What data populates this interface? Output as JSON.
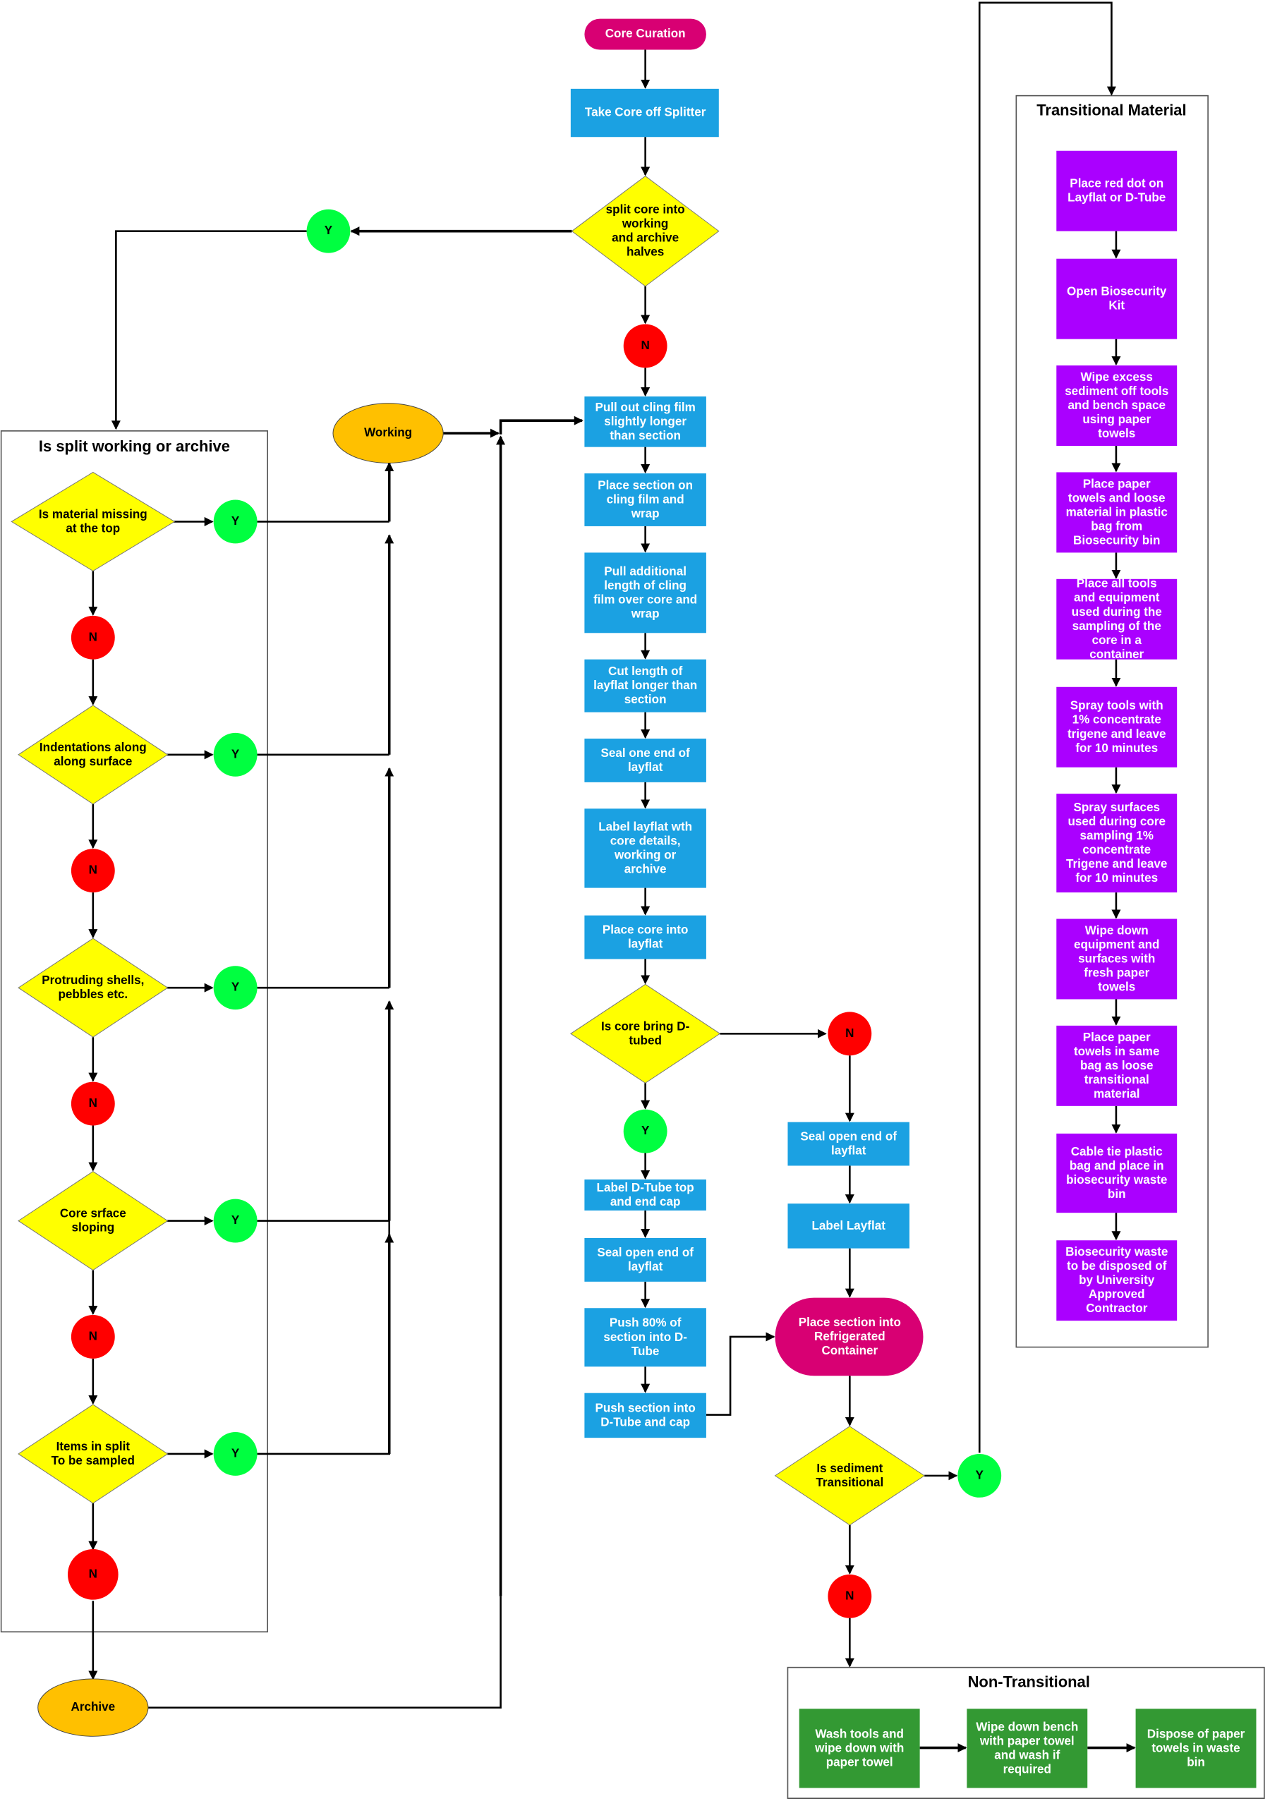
{
  "colors": {
    "terminal": "#d80073",
    "process": "#1ba1e2",
    "decision": "#ffff00",
    "yes": "#00ff40",
    "no": "#ff0000",
    "outcome": "#ffc000",
    "transitional": "#aa00ff",
    "non_transitional": "#339933"
  },
  "main": {
    "start": "Core Curation",
    "take_core": "Take Core off Splitter",
    "split_decision": [
      "split core into",
      "working",
      "and archive",
      "halves"
    ],
    "yes": "Y",
    "no": "N",
    "steps": [
      [
        "Pull out cling film",
        "slightly longer",
        "than section"
      ],
      [
        "Place section on",
        "cling film and",
        "wrap"
      ],
      [
        "Pull additional",
        "length of cling",
        "film over core and",
        "wrap"
      ],
      [
        "Cut length of",
        "layflat longer than",
        "section"
      ],
      [
        "Seal one end of",
        "layflat"
      ],
      [
        "Label layflat wth",
        "core details,",
        "working or",
        "archive"
      ],
      [
        "Place core into",
        "layflat"
      ]
    ],
    "dtube_decision": [
      "Is core bring D-",
      "tubed"
    ],
    "dtube_yes_steps": [
      [
        "Label D-Tube top",
        "and end cap"
      ],
      [
        "Seal open end of",
        "layflat"
      ],
      [
        "Push 80% of",
        "section into D-",
        "Tube"
      ],
      [
        "Push section into",
        "D-Tube and cap"
      ]
    ],
    "dtube_no_steps": [
      [
        "Seal open end of",
        "layflat"
      ],
      [
        "Label Layflat"
      ]
    ],
    "refrigerate": [
      "Place section into",
      "Refrigerated",
      "Container"
    ],
    "sediment_decision": [
      "Is sediment",
      "Transitional"
    ]
  },
  "split_group": {
    "title": "Is split working or archive",
    "questions": [
      [
        "Is material missing",
        "at the top"
      ],
      [
        "Indentations along",
        "along surface"
      ],
      [
        "Protruding shells,",
        "pebbles etc."
      ],
      [
        "Core srface",
        "sloping"
      ],
      [
        "Items in split",
        "To be sampled"
      ]
    ],
    "working": "Working",
    "archive": "Archive"
  },
  "transitional": {
    "title": "Transitional Material",
    "steps": [
      [
        "Place red dot on",
        "Layflat or D-Tube"
      ],
      [
        "Open Biosecurity",
        "Kit"
      ],
      [
        "Wipe excess",
        "sediment off tools",
        "and bench space",
        "using paper",
        "towels"
      ],
      [
        "Place paper",
        "towels and loose",
        "material in plastic",
        "bag from",
        "Biosecurity bin"
      ],
      [
        "Place all tools",
        "and equipment",
        "used during the",
        "sampling of the",
        "core in a",
        "container"
      ],
      [
        "Spray tools with",
        "1% concentrate",
        "trigene and leave",
        "for 10 minutes"
      ],
      [
        "Spray surfaces",
        "used during core",
        "sampling 1%",
        "concentrate",
        "Trigene and leave",
        "for 10 minutes"
      ],
      [
        "Wipe down",
        "equipment and",
        "surfaces with",
        "fresh paper",
        "towels"
      ],
      [
        "Place paper",
        "towels in same",
        "bag as loose",
        "transitional",
        "material"
      ],
      [
        "Cable tie plastic",
        "bag and place in",
        "biosecurity waste",
        "bin"
      ],
      [
        "Biosecurity waste",
        "to be disposed of",
        "by University",
        "Approved",
        "Contractor"
      ]
    ]
  },
  "non_transitional": {
    "title": "Non-Transitional",
    "steps": [
      [
        "Wash tools and",
        "wipe down with",
        "paper towel"
      ],
      [
        "Wipe down bench",
        "with paper towel",
        "and wash if",
        "required"
      ],
      [
        "Dispose of paper",
        "towels in waste",
        "bin"
      ]
    ]
  }
}
